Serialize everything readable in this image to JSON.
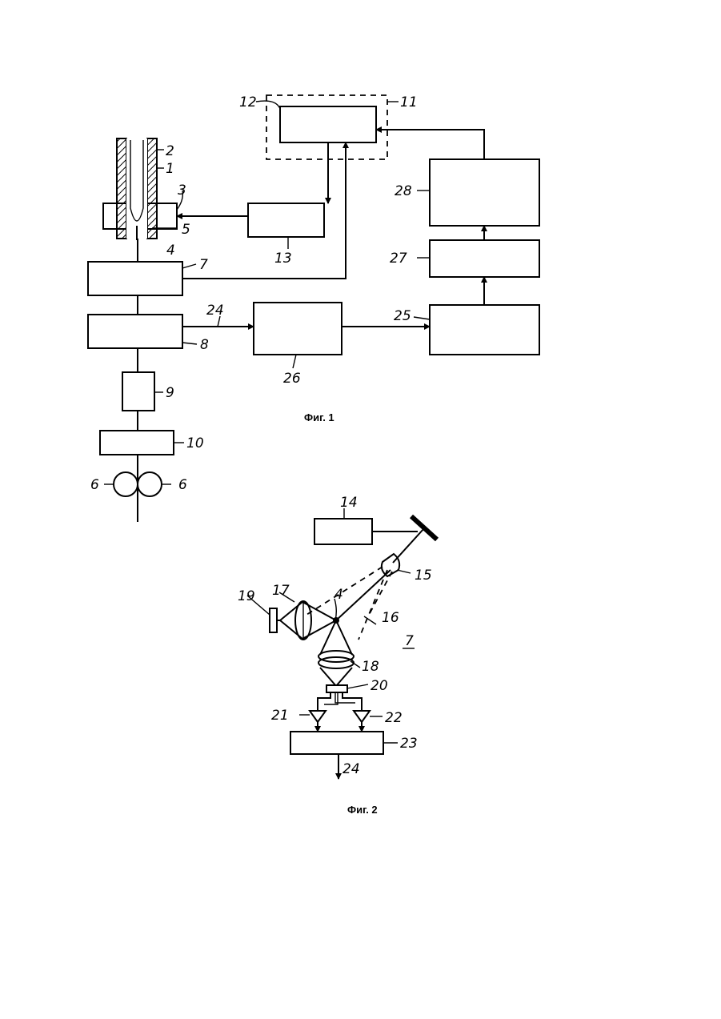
{
  "figure1": {
    "caption": "Фиг. 1",
    "labels": {
      "n1": "1",
      "n2": "2",
      "n3": "3",
      "n4": "4",
      "n5": "5",
      "n6a": "6",
      "n6b": "6",
      "n7": "7",
      "n8": "8",
      "n9": "9",
      "n10": "10",
      "n11": "11",
      "n12": "12",
      "n13": "13",
      "n24": "24",
      "n25": "25",
      "n26": "26",
      "n27": "27",
      "n28": "28"
    }
  },
  "figure2": {
    "caption": "Фиг. 2",
    "labels": {
      "n4": "4",
      "n7": "7",
      "n14": "14",
      "n15": "15",
      "n16": "16",
      "n17": "17",
      "n18": "18",
      "n19": "19",
      "n20": "20",
      "n21": "21",
      "n22": "22",
      "n23": "23",
      "n24": "24"
    }
  }
}
